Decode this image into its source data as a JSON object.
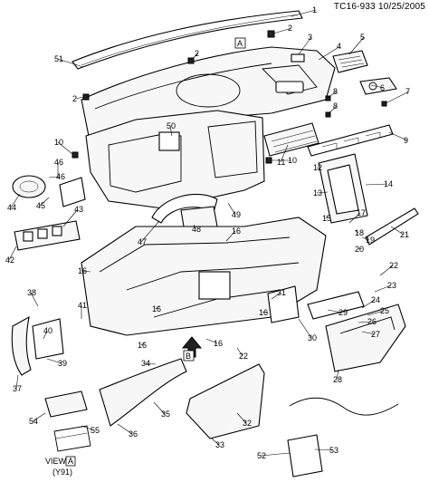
{
  "header": {
    "code": "TC16-933",
    "date": "10/25/2005"
  },
  "view_a": {
    "label": "VIEW",
    "ref": "A",
    "option": "(Y91)"
  },
  "ref_letters": {
    "a": "A",
    "b": "B"
  },
  "callouts": [
    "1",
    "2",
    "3",
    "4",
    "5",
    "6",
    "7",
    "8",
    "9",
    "10",
    "11",
    "12",
    "13",
    "14",
    "15",
    "16",
    "17",
    "18",
    "19",
    "20",
    "21",
    "22",
    "23",
    "24",
    "25",
    "26",
    "27",
    "28",
    "29",
    "30",
    "31",
    "32",
    "33",
    "34",
    "35",
    "36",
    "37",
    "38",
    "39",
    "40",
    "41",
    "42",
    "43",
    "44",
    "45",
    "46",
    "47",
    "48",
    "49",
    "50",
    "51",
    "52",
    "53",
    "54",
    "55"
  ]
}
